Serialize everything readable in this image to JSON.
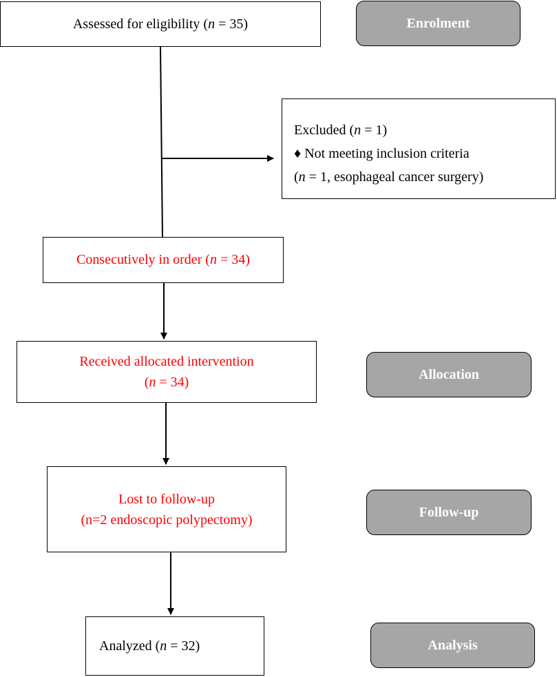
{
  "boxes": {
    "assessed": {
      "prefix": "Assessed for eligibility (",
      "n_var": "n",
      "suffix": " = 35)"
    },
    "excluded": {
      "line1": {
        "prefix": "Excluded (",
        "n_var": "n",
        "suffix": " = 1)"
      },
      "line2": "♦ Not meeting inclusion criteria",
      "line3": {
        "prefix": "(",
        "n_var": "n",
        "suffix": " = 1, esophageal cancer surgery)"
      }
    },
    "consecutive": {
      "prefix": "Consecutively in order (",
      "n_var": "n",
      "suffix": " = 34)"
    },
    "received": {
      "line1": "Received allocated intervention",
      "line2": {
        "prefix": "(",
        "n_var": "n",
        "suffix": " = 34)"
      }
    },
    "lost": {
      "line1": "Lost to follow-up",
      "line2": "(n=2 endoscopic polypectomy)"
    },
    "analyzed": {
      "prefix": "Analyzed (",
      "n_var": "n",
      "suffix": " = 32)"
    }
  },
  "stages": {
    "enrolment": "Enrolment",
    "allocation": "Allocation",
    "followup": "Follow-up",
    "analysis": "Analysis"
  },
  "colors": {
    "highlight_text": "#ff0000",
    "stage_fill": "#a6a6a6",
    "stage_text": "#ffffff",
    "border": "#000000"
  }
}
